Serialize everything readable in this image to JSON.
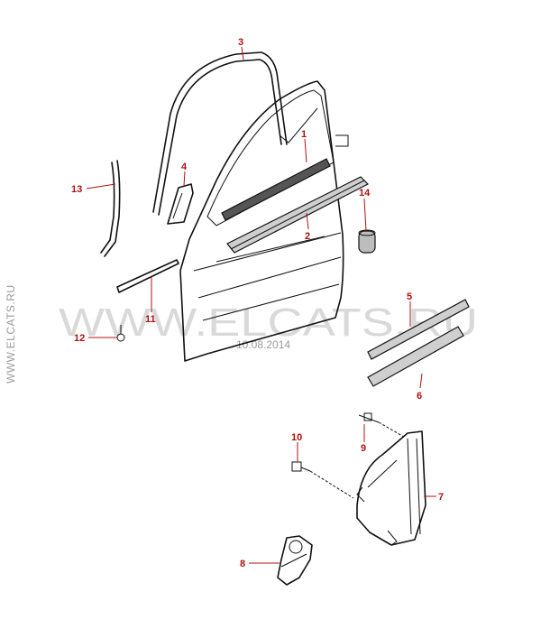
{
  "watermark": {
    "center_text": "WWW.ELCATS.RU",
    "date": "10.08.2014",
    "side_text": "WWW.ELCATS.RU"
  },
  "callouts": {
    "c1": "1",
    "c2": "2",
    "c3": "3",
    "c4": "4",
    "c5": "5",
    "c6": "6",
    "c7": "7",
    "c8": "8",
    "c9": "9",
    "c10": "10",
    "c11": "11",
    "c12": "12",
    "c13": "13",
    "c14": "14"
  },
  "colors": {
    "callout": "#b01010",
    "line": "#111111",
    "watermark": "#d9d9d9"
  }
}
